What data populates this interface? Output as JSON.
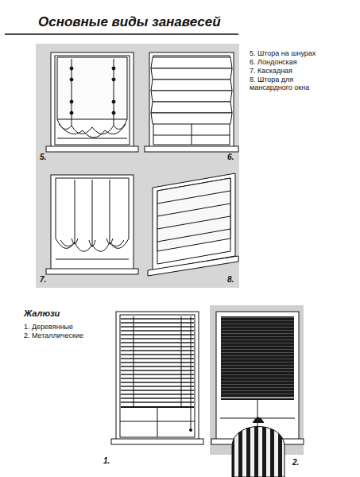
{
  "diagram": {
    "title": "Основные виды занавесей",
    "labels": [
      "5. Штора на шнурах",
      "6. Лондонская",
      "7. Каскадная",
      "8. Штора для мансардного окна",
      "5.",
      "6.",
      "7.",
      "8.",
      "Жалюзи",
      "1. Деревянные",
      "2. Металлические",
      "1.",
      "2."
    ]
  }
}
